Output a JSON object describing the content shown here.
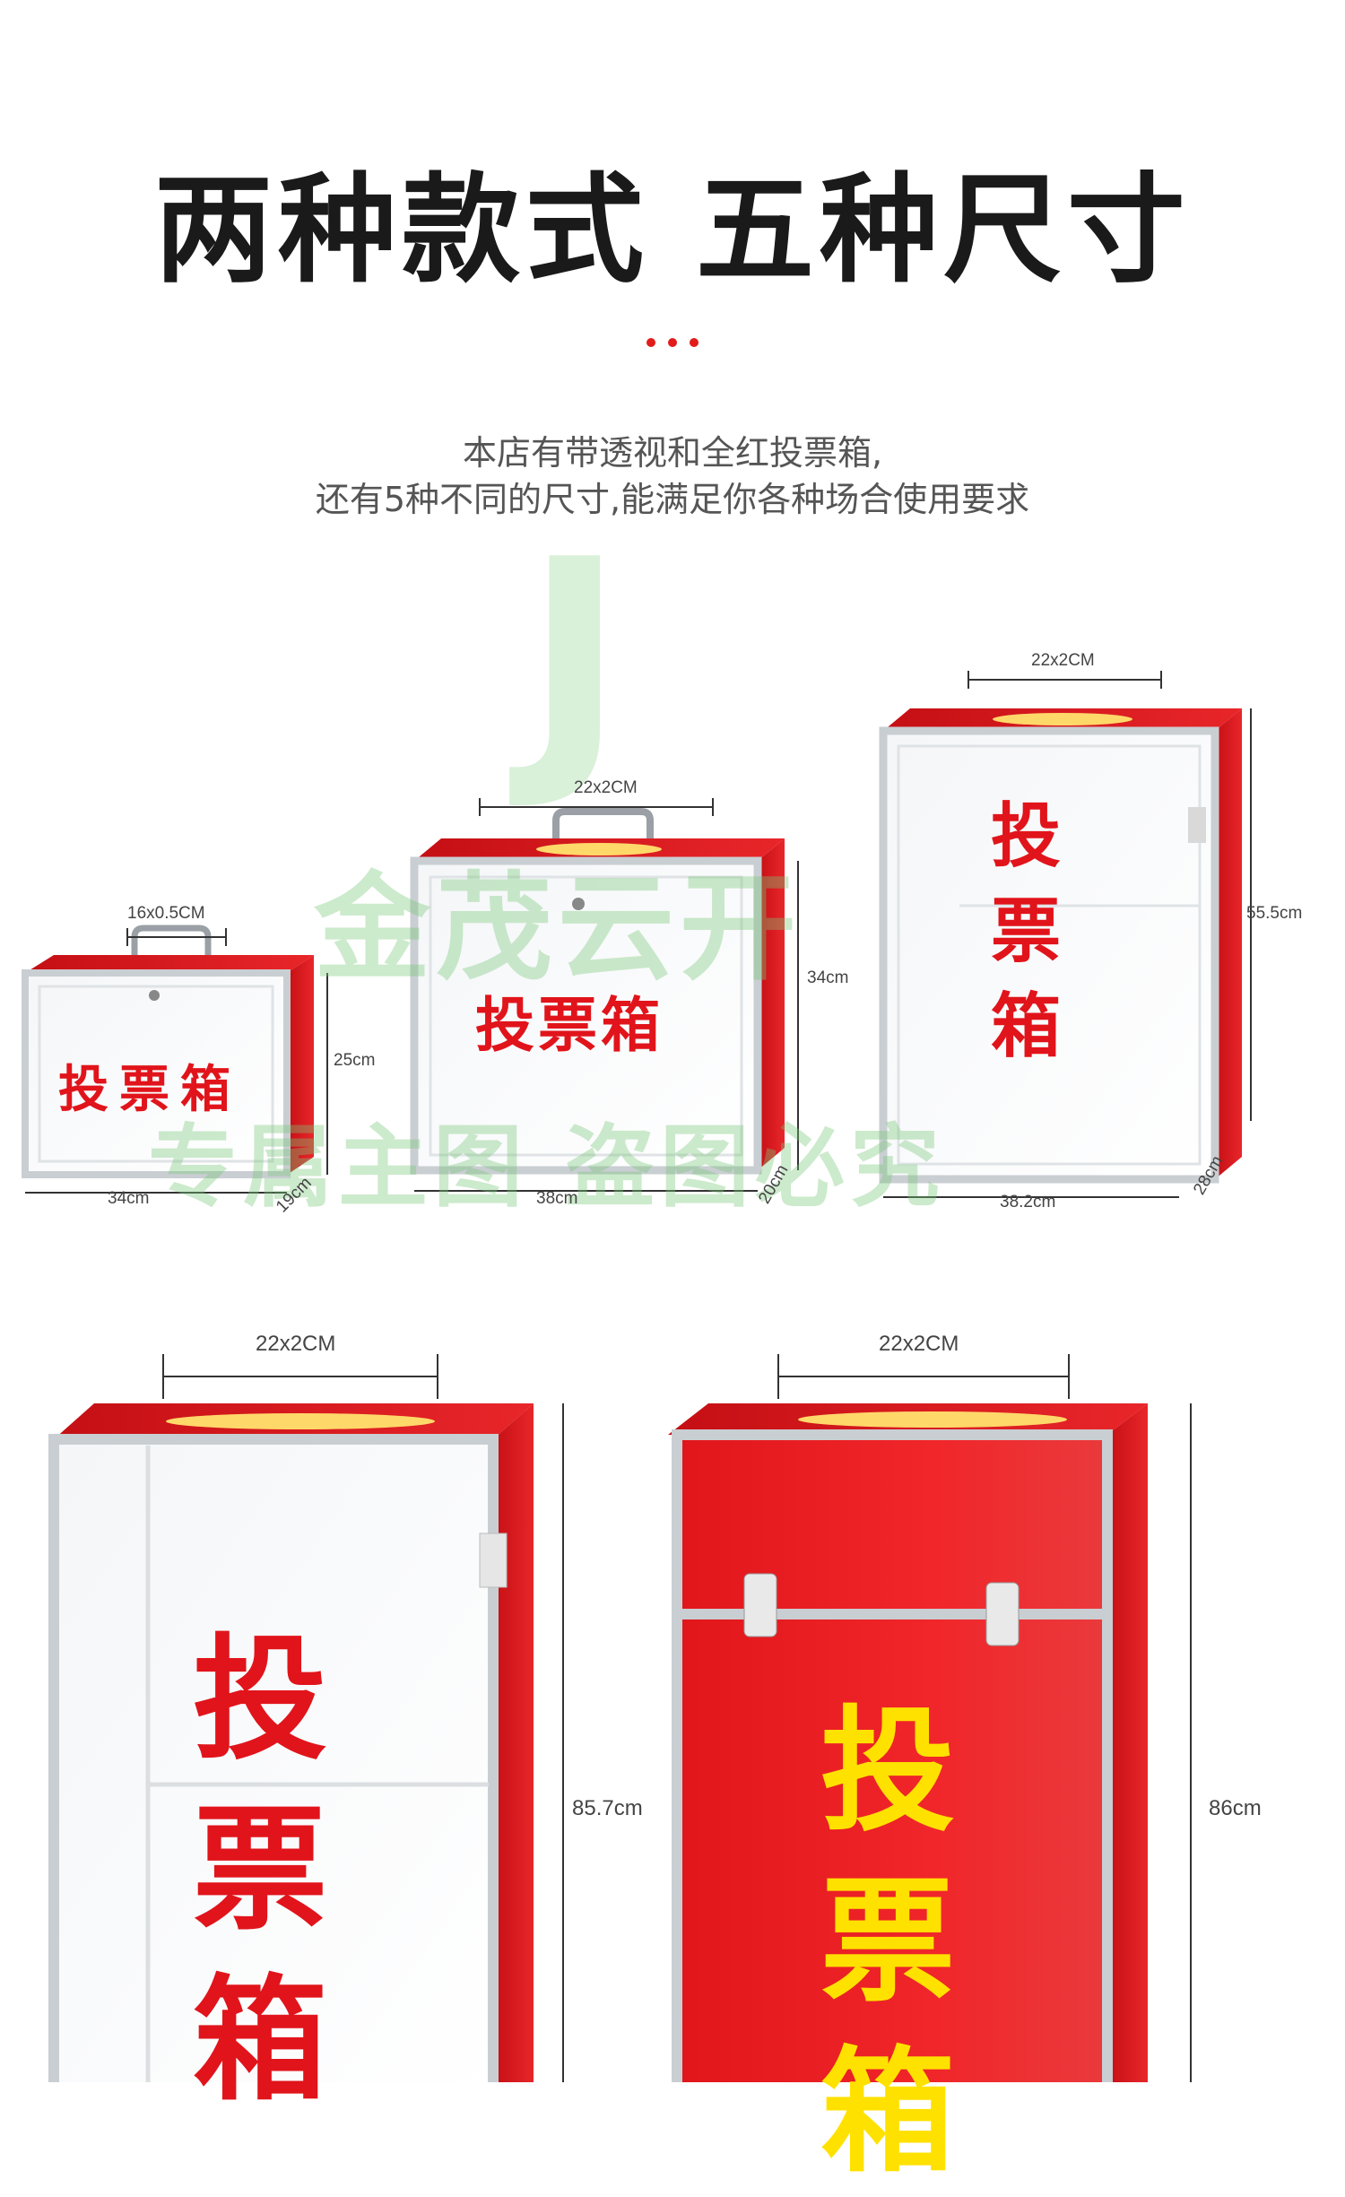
{
  "heading": {
    "title": "两种款式 五种尺寸"
  },
  "intro": {
    "line1": "本店有带透视和全红投票箱,",
    "line2": "还有5种不同的尺寸,能满足你各种场合使用要求"
  },
  "watermark": {
    "logo_letter": "J",
    "line1": "金茂云开",
    "line2": "专属主图 盗图必究"
  },
  "boxes": [
    {
      "label": "投票箱",
      "slot": "16x0.5CM",
      "height": "25cm",
      "width": "34cm",
      "depth": "19cm"
    },
    {
      "label": "投票箱",
      "slot": "22x2CM",
      "height": "34cm",
      "width": "38cm",
      "depth": "20cm"
    },
    {
      "label": "投票箱",
      "slot": "22x2CM",
      "height": "55.5cm",
      "width": "38.2cm",
      "depth": "28cm"
    },
    {
      "label": "投票箱",
      "slot": "22x2CM",
      "height": "85.7cm"
    },
    {
      "label": "投票箱",
      "slot": "22x2CM",
      "height": "86cm"
    }
  ],
  "colors": {
    "red": "#e1141b",
    "yellow": "#ffe100",
    "dot": "#e21b1b",
    "watermark": "#7cc47c"
  }
}
